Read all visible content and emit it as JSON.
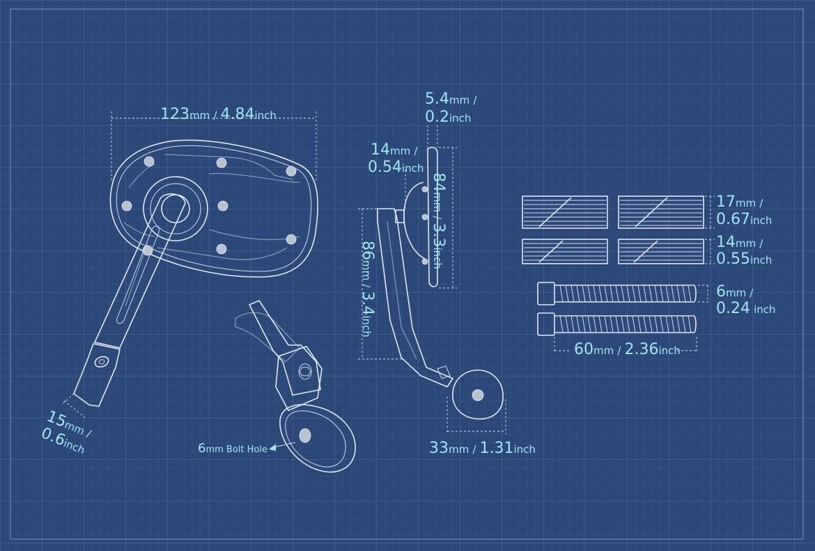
{
  "labels": {
    "width": {
      "n1": "123",
      "u1": "mm",
      "sep": "/",
      "n2": "4.84",
      "u2": "inch"
    },
    "thickness": {
      "n1": "5.4",
      "u1": "mm",
      "sep": "/",
      "n2": "0.2",
      "u2": "inch"
    },
    "boss": {
      "n1": "14",
      "u1": "mm",
      "sep": "/",
      "n2": "0.54",
      "u2": "inch"
    },
    "height": {
      "n1": "84",
      "u1": "mm",
      "sep": "/",
      "n2": "3.3",
      "u2": "inch"
    },
    "arm": {
      "n1": "86",
      "u1": "mm",
      "sep": "/",
      "n2": "3.4",
      "u2": "inch"
    },
    "stem": {
      "n1": "15",
      "u1": "mm",
      "sep": "/",
      "n2": "0.6",
      "u2": "inch"
    },
    "clamp": {
      "n1": "33",
      "u1": "mm",
      "sep": "/",
      "n2": "1.31",
      "u2": "inch"
    },
    "spacer_large": {
      "n1": "17",
      "u1": "mm",
      "sep": "/",
      "n2": "0.67",
      "u2": "inch"
    },
    "spacer_small": {
      "n1": "14",
      "u1": "mm",
      "sep": "/",
      "n2": "0.55",
      "u2": "inch"
    },
    "bolt_dia": {
      "n1": "6",
      "u1": "mm",
      "sep": "/",
      "n2": "0.24",
      "u2": "inch"
    },
    "bolt_len": {
      "n1": "60",
      "u1": "mm",
      "sep": "/",
      "n2": "2.36",
      "u2": "inch"
    },
    "bolt_hole": {
      "n1": "6",
      "u1": "mm",
      "text": "Bolt Hole"
    }
  },
  "colors": {
    "background": "#2c4878",
    "line": "#dfe8f5",
    "label": "#9fe6f2"
  }
}
